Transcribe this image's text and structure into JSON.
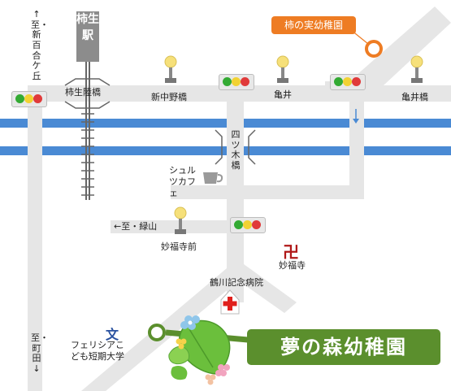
{
  "labels": {
    "north_arrow": "↑至・新百合ケ丘",
    "south_arrow": "至・町田↓",
    "station": "柿生駅",
    "kakio_bridge": "柿生陸橋",
    "shinnakano_bridge": "新中野橋",
    "kamei": "亀井",
    "kameii_bridge": "亀井橋",
    "yotsugi_bridge": "四ツ木橋",
    "cafe": "シュルツカフェ",
    "ryokuzan": "←至・緑山",
    "myofukuji_mae": "妙福寺前",
    "myofukuji": "妙福寺",
    "hospital": "鶴川記念病院",
    "college": "フェリシアこども短期大学",
    "kaki_kindergarten": "柿の実幼稚園",
    "main_kindergarten": "夢の森幼稚園"
  },
  "icons": {
    "school": "文",
    "temple": "卍",
    "hospital": "red-cross-icon",
    "cafe": "coffee-cup-icon",
    "streetlight": "streetlight-icon",
    "traffic_light": "traffic-light-icon",
    "destination": "destination-circle-icon",
    "flow_direction": "↓"
  },
  "colors": {
    "road": "#e6e6e6",
    "river": "#4a8ad4",
    "rail": "#666666",
    "accent_orange": "#ee7c23",
    "accent_green": "#5b8f2d",
    "hospital_cross": "#e0201c",
    "school": "#2a52a0",
    "temple": "#b01818",
    "lamp": "#f6e07a"
  }
}
